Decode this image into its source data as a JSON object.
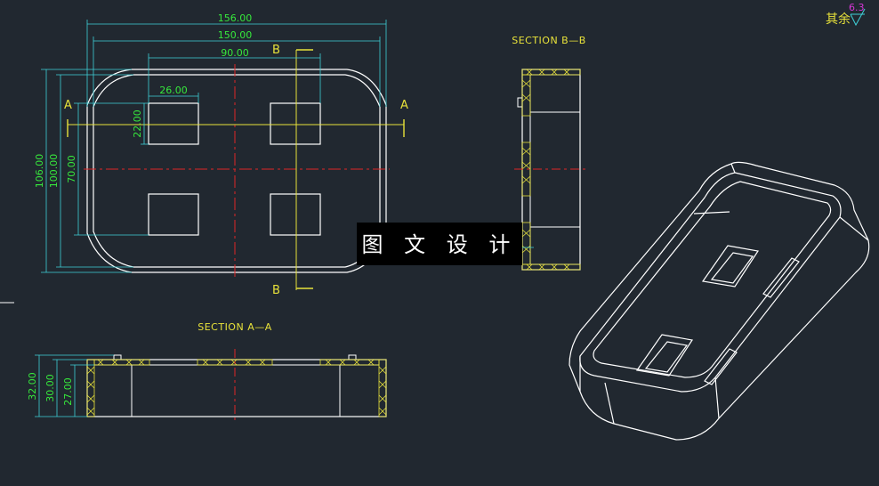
{
  "dimensions": {
    "width_156": "156.00",
    "width_150": "150.00",
    "width_90": "90.00",
    "width_26": "26.00",
    "height_22": "22.00",
    "height_106": "106.00",
    "height_100": "100.00",
    "height_70": "70.00",
    "height_32": "32.00",
    "height_30": "30.00",
    "height_27": "27.00"
  },
  "labels": {
    "cut_a_left": "A",
    "cut_a_right": "A",
    "cut_b_top": "B",
    "cut_b_bottom": "B",
    "section_a": "SECTION A—A",
    "section_b": "SECTION B—B",
    "remaining_surfaces": "其余",
    "roughness": "6.3"
  },
  "watermark": "图 文 设 计",
  "colors": {
    "background": "#212830",
    "outline": "#ffffff",
    "dimension": "#36e83c",
    "dimension_line": "#3fd0d8",
    "centerline": "#e02626",
    "cutline": "#e8e23a",
    "hatch": "#e8e23a",
    "roughness": "#d836d8"
  }
}
